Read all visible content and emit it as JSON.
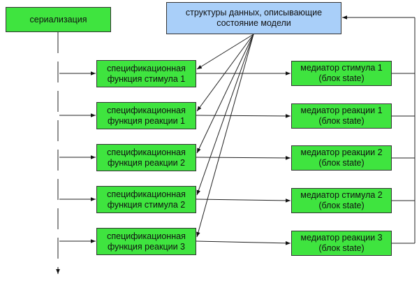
{
  "colors": {
    "green_box": "#3fe43f",
    "blue_box": "#a9cff9",
    "line": "#222222"
  },
  "serialization": {
    "label": "сериализация"
  },
  "state_structures": {
    "line1": "структуры данных, описывающие",
    "line2": "состояние модели"
  },
  "spec_functions": [
    {
      "line1": "спецификационная",
      "line2": "функция стимула 1"
    },
    {
      "line1": "спецификационная",
      "line2": "функция реакции 1"
    },
    {
      "line1": "спецификационная",
      "line2": "функция реакции 2"
    },
    {
      "line1": "спецификационная",
      "line2": "функция стимула 2"
    },
    {
      "line1": "спецификационная",
      "line2": "функция реакции 3"
    }
  ],
  "mediators": [
    {
      "line1": "медиатор стимула 1",
      "line2": "(блок state)"
    },
    {
      "line1": "медиатор реакции 1",
      "line2": "(блок state)"
    },
    {
      "line1": "медиатор реакции 2",
      "line2": "(блок state)"
    },
    {
      "line1": "медиатор стимула 2",
      "line2": "(блок state)"
    },
    {
      "line1": "медиатор реакции 3",
      "line2": "(блок state)"
    }
  ]
}
